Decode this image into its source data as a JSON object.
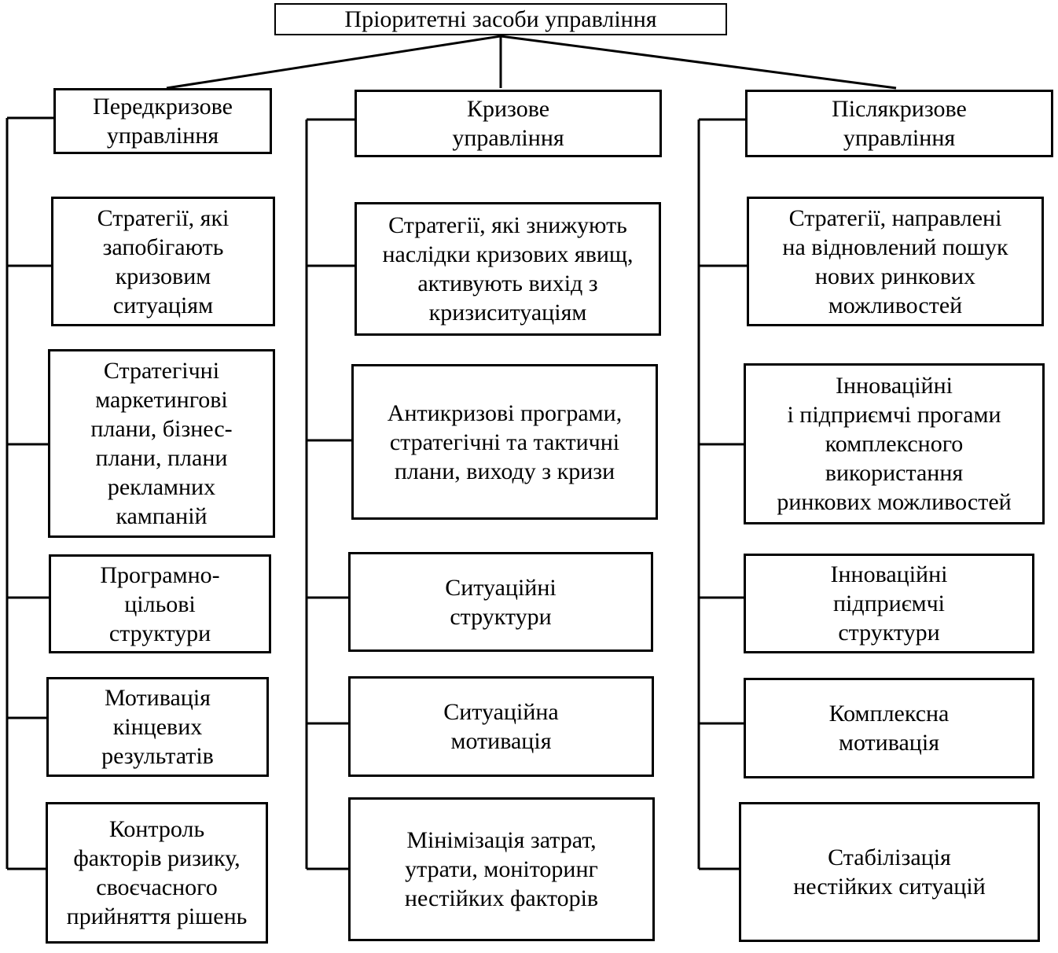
{
  "title": "Пріоритетні засоби управління",
  "columns": [
    {
      "header": "Передкризове\nуправління",
      "items": [
        "Стратегії, які\nзапобігають\nкризовим\nситуаціям",
        "Стратегічні\nмаркетингові\nплани, бізнес-\nплани, плани\nрекламних\nкампаній",
        "Програмно-\nцільові\nструктури",
        "Мотивація\nкінцевих\nрезультатів",
        "Контроль\nфакторів ризику,\nсвоєчасного\nприйняття рішень"
      ]
    },
    {
      "header": "Кризове\nуправління",
      "items": [
        "Стратегії, які  знижують\nнаслідки кризових явищ,\nактивують вихід з\nкризиситуаціям",
        "Антикризові програми,\nстратегічні та тактичні\nплани, виходу з кризи",
        "Ситуаційні\nструктури",
        "Ситуаційна\nмотивація",
        "Мінімізація затрат,\nутрати, моніторинг\nнестійких факторів"
      ]
    },
    {
      "header": "Післякризове\nуправління",
      "items": [
        "Стратегії, направлені\nна відновлений пошук\nнових ринкових\nможливостей",
        "Інноваційні\nі підприємчі прогами\nкомплексного\nвикористання\nринкових можливостей",
        "Інноваційні\nпідприємчі\nструктури",
        "Комплексна\nмотивація",
        "Стабілізація\nнестійких ситуацій"
      ]
    }
  ]
}
